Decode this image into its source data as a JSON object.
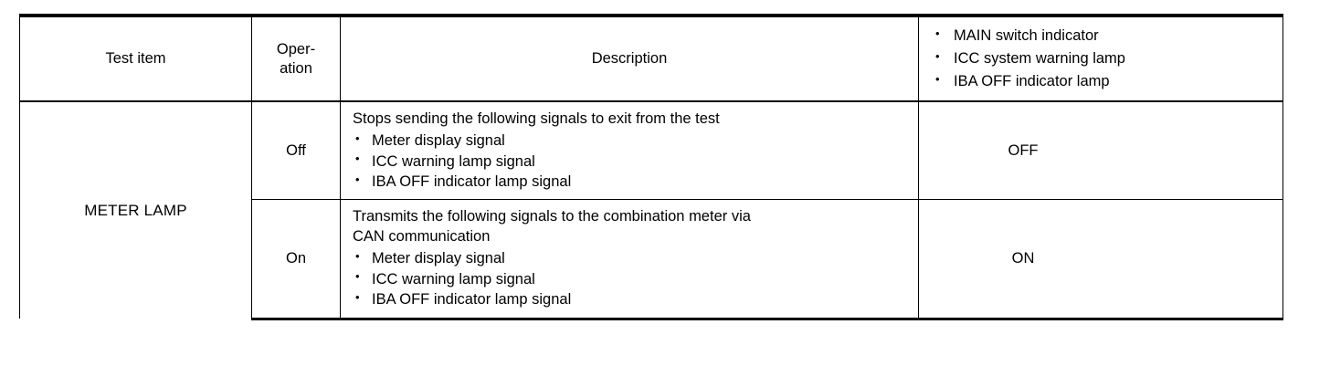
{
  "table": {
    "headers": {
      "test_item": "Test item",
      "operation_line1": "Oper-",
      "operation_line2": "ation",
      "description": "Description",
      "result_bullets": [
        "MAIN switch indicator",
        "ICC system warning lamp",
        "IBA OFF indicator lamp"
      ]
    },
    "row_label": "METER LAMP",
    "rows": [
      {
        "operation": "Off",
        "description_lead": "Stops sending the following signals to exit from the test",
        "description_bullets": [
          "Meter display signal",
          "ICC warning lamp signal",
          "IBA OFF indicator lamp signal"
        ],
        "result": "OFF"
      },
      {
        "operation": "On",
        "description_lead": "Transmits the following signals to the combination meter via\nCAN communication",
        "description_bullets": [
          "Meter display signal",
          "ICC warning lamp signal",
          "IBA OFF indicator lamp signal"
        ],
        "result": "ON"
      }
    ]
  },
  "colors": {
    "rule": "#000000",
    "text": "#000000",
    "background": "#ffffff"
  }
}
